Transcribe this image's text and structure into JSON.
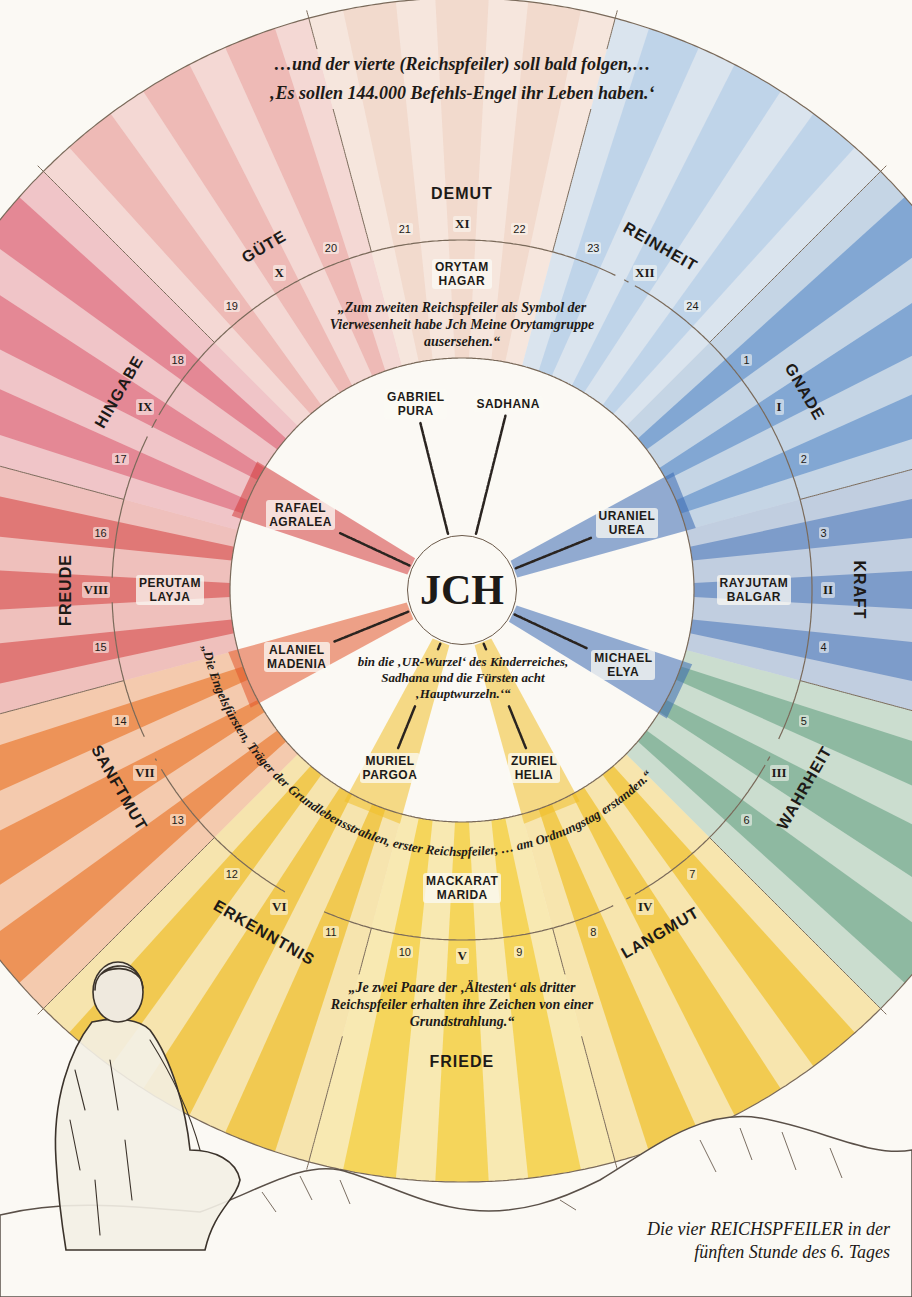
{
  "diagram": {
    "caption": "Die vier REICHSPFEILER in der fünften Stunde des 6. Tages",
    "nodes": [
      {
        "text": [
          "JCH",
          "bin die ‚UR-Wurzel‘ des Kinderreiches, Sadhana und die Fürsten acht ‚Hauptwurzeln.‘“"
        ]
      }
    ],
    "labels": [
      "…und der vierte (Reichspfeiler) soll bald folgen,…",
      "‚Es sollen 144.000 Befehls-Engel ihr Leben haben.‘",
      "DEMUT",
      "XI",
      "21",
      "22",
      "GÜTE",
      "X",
      "19",
      "20",
      "REINHEIT",
      "XII",
      "23",
      "24",
      "ORYTAM HAGAR",
      "„Zum zweiten Reichspfeiler als Symbol der Vierwesenheit habe Jch Meine Orytamgruppe ausersehen.“",
      "HINGABE",
      "IX",
      "17",
      "18",
      "GNADE",
      "I",
      "1",
      "2",
      "GABRIEL PURA",
      "SADHANA",
      "RAFAEL AGRALEA",
      "URANIEL UREA",
      "FREUDE",
      "VIII",
      "15",
      "16",
      "PERUTAM LAYJA",
      "KRAFT",
      "II",
      "3",
      "4",
      "RAYJUTAM BALGAR",
      "ALANIEL MADENIA",
      "MICHAEL ELYA",
      "WAHRHEIT",
      "III",
      "5",
      "6",
      "SANFTMUT",
      "VII",
      "13",
      "14",
      "„Die Engelsfürsten, Träger der Grundlebensstrahlen, erster Reichspfeiler, … am Ordnungstag erstanden.“",
      "MURIEL PARGOA",
      "ZURIEL HELIA",
      "MACKARAT MARIDA",
      "ERKENNTNIS",
      "VI",
      "11",
      "12",
      "LANGMUT",
      "IV",
      "7",
      "8",
      "FRIEDE",
      "V",
      "9",
      "10",
      "„Je zwei Paare der ‚Ältesten‘ als dritter Reichspfeiler erhalten ihre Zeichen von einer Grundstrahlung.“"
    ]
  }
}
